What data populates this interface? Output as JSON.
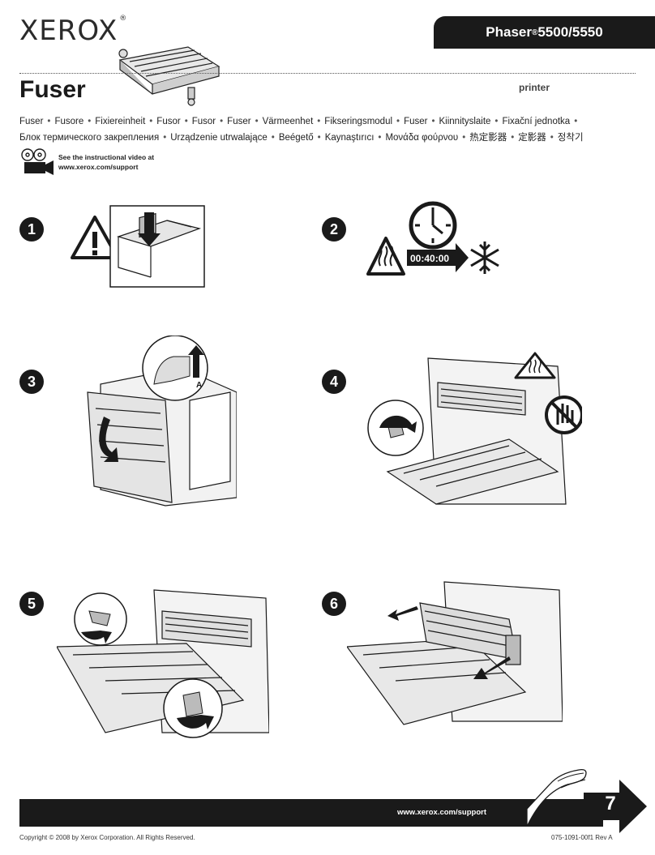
{
  "header": {
    "brand": "XEROX",
    "brand_mark": "®",
    "product_name": "Phaser",
    "product_mark": "®",
    "product_models": " 5500/5550"
  },
  "title": "Fuser",
  "subtitle": "printer",
  "translations": [
    "Fuser",
    "Fusore",
    "Fixiereinheit",
    "Fusor",
    "Fusor",
    "Fuser",
    "Värmeenhet",
    "Fikseringsmodul",
    "Fuser",
    "Kiinnityslaite",
    "Fixační jednotka",
    "Блок термического закрепления",
    "Urządzenie utrwalające",
    "Beégető",
    "Kaynaştırıcı",
    "Μονάδα φούρνου",
    "热定影器",
    "定影器",
    "정착기"
  ],
  "separator": "•",
  "video_note": {
    "line1": "See the instructional video at",
    "line2": "www.xerox.com/support"
  },
  "steps": [
    {
      "number": "1"
    },
    {
      "number": "2",
      "timer_text": "00:40:00"
    },
    {
      "number": "3",
      "callout_letter": "A"
    },
    {
      "number": "4"
    },
    {
      "number": "5"
    },
    {
      "number": "6"
    }
  ],
  "footer": {
    "url": "www.xerox.com/support",
    "page_number": "7",
    "copyright": "Copyright © 2008 by Xerox Corporation.  All Rights Reserved.",
    "doc_number": "075-1091-00f1 Rev A"
  },
  "colors": {
    "ink": "#1a1a1a",
    "paper": "#ffffff"
  }
}
